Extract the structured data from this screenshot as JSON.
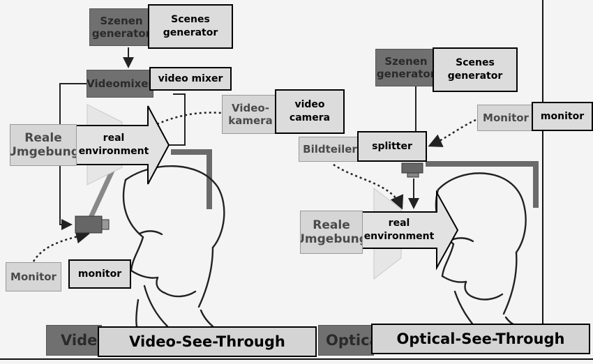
{
  "left_panel": {
    "orig_scenes_generator": "Szenen\ngenerator",
    "orig_video_mixer": "Videomixer",
    "orig_video_camera": "Video-\nkamera",
    "orig_real_environment": "Reale\nUmgebung",
    "orig_monitor": "Monitor",
    "orig_title": "Video-See-Through",
    "scenes_generator": "Scenes\ngenerator",
    "video_mixer": "video mixer",
    "video_camera": "video\ncamera",
    "real_environment": "real\nenvironment",
    "monitor": "monitor",
    "title": "Video-See-Through"
  },
  "right_panel": {
    "orig_scenes_generator": "Szenen\ngenerator",
    "orig_monitor": "Monitor",
    "orig_splitter": "Bildteiler",
    "orig_real_environment": "Reale\nUmgebung",
    "orig_title": "Optical-See-Through",
    "scenes_generator": "Scenes\ngenerator",
    "monitor": "monitor",
    "splitter": "splitter",
    "real_environment": "real\nenvironment",
    "title": "Optical-See-Through"
  }
}
